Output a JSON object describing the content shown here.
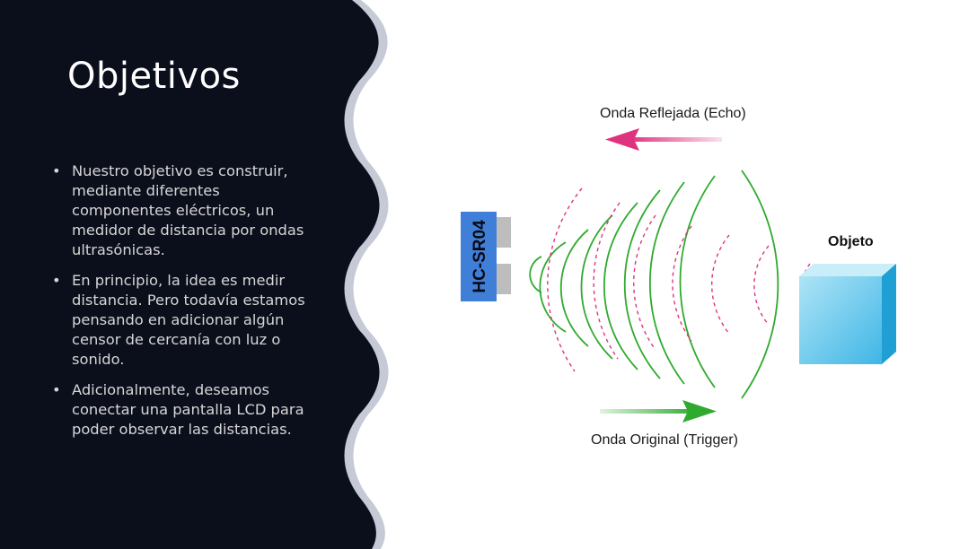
{
  "slide": {
    "title": "Objetivos",
    "bullets": [
      "Nuestro objetivo es construir, mediante diferentes componentes eléctricos, un medidor de distancia por ondas ultrasónicas.",
      "En principio, la idea es medir distancia. Pero todavía estamos pensando en adicionar algún censor de cercanía con luz o sonido.",
      "Adicionalmente, deseamos conectar una pantalla LCD para poder observar las distancias."
    ]
  },
  "diagram": {
    "reflected_label": "Onda Reflejada (Echo)",
    "original_label": "Onda Original (Trigger)",
    "object_label": "Objeto",
    "sensor_label": "HC-SR04"
  },
  "colors": {
    "panel": "#0b0f1c",
    "wave_border": "#c6cad6",
    "echo": "#e0337f",
    "trigger": "#2faa2f",
    "sensor": "#3f7fd8",
    "cube": "#4fc6ec"
  }
}
